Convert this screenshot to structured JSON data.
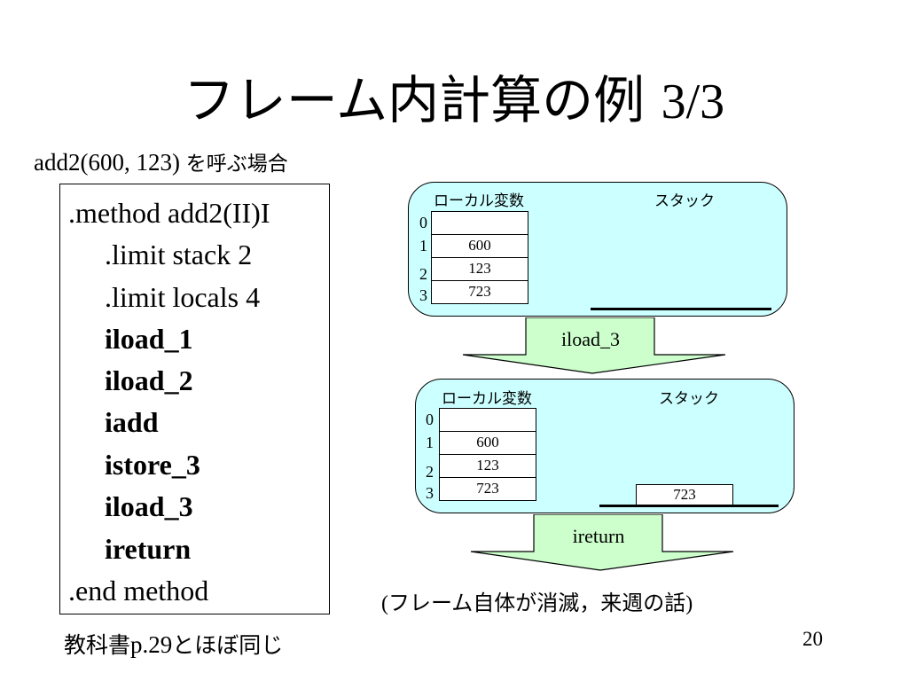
{
  "slide": {
    "title_jp": "フレーム内計算の例",
    "title_num": "3/3",
    "subtitle_call": "add2(600, 123)",
    "subtitle_jp": "を呼ぶ場合",
    "page_number": "20"
  },
  "code": {
    "lines": [
      ".method add2(II)I",
      ".limit stack 2",
      ".limit locals 4",
      "iload_1",
      "iload_2",
      "iadd",
      "istore_3",
      "iload_3",
      "ireturn",
      ".end method"
    ]
  },
  "footer": {
    "jp1": "教科書",
    "page": "p.29",
    "jp2": "とほぼ同じ"
  },
  "frame_top": {
    "locals_label": "ローカル変数",
    "stack_label": "スタック",
    "indices": [
      "0",
      "1",
      "2",
      "3"
    ],
    "locals": [
      "",
      "600",
      "123",
      "723"
    ],
    "stack": []
  },
  "arrow1": {
    "label": "iload_3"
  },
  "frame_bottom": {
    "locals_label": "ローカル変数",
    "stack_label": "スタック",
    "indices": [
      "0",
      "1",
      "2",
      "3"
    ],
    "locals": [
      "",
      "600",
      "123",
      "723"
    ],
    "stack": [
      "723"
    ]
  },
  "arrow2": {
    "label": "ireturn"
  },
  "caption": {
    "open": "(",
    "jp": "フレーム自体が消滅，来週の話",
    "close": ")"
  },
  "colors": {
    "frame_fill": "#ccffff",
    "arrow_fill": "#ccffcc"
  }
}
